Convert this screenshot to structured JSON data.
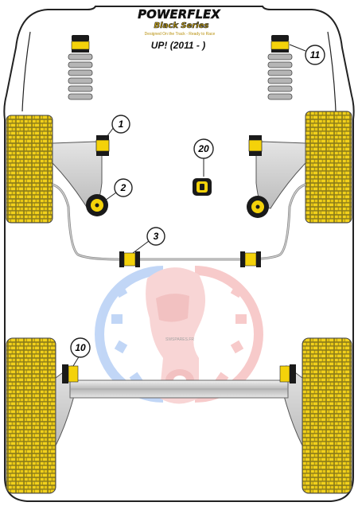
{
  "brand": {
    "name": "POWERFLEX",
    "series": "Black Series",
    "tagline": "Designed On the Track - Ready to Race"
  },
  "model": {
    "title": "UP! (2011 - )"
  },
  "watermark": {
    "text": "SWSPARES.FR"
  },
  "callouts": [
    {
      "id": "1",
      "label": "1"
    },
    {
      "id": "2",
      "label": "2"
    },
    {
      "id": "3",
      "label": "3"
    },
    {
      "id": "10",
      "label": "10"
    },
    {
      "id": "11",
      "label": "11"
    },
    {
      "id": "20",
      "label": "20"
    }
  ],
  "colors": {
    "bushing_yellow": "#f4d20a",
    "bushing_black": "#1a1a1a",
    "tyre_yellow": "#e6c41a",
    "component_grey": "#bdbdbd",
    "outline_dark": "#222222",
    "callout_fill": "#ffffff",
    "watermark_red": "#e23b3b",
    "watermark_blue": "#3d7fe0"
  }
}
